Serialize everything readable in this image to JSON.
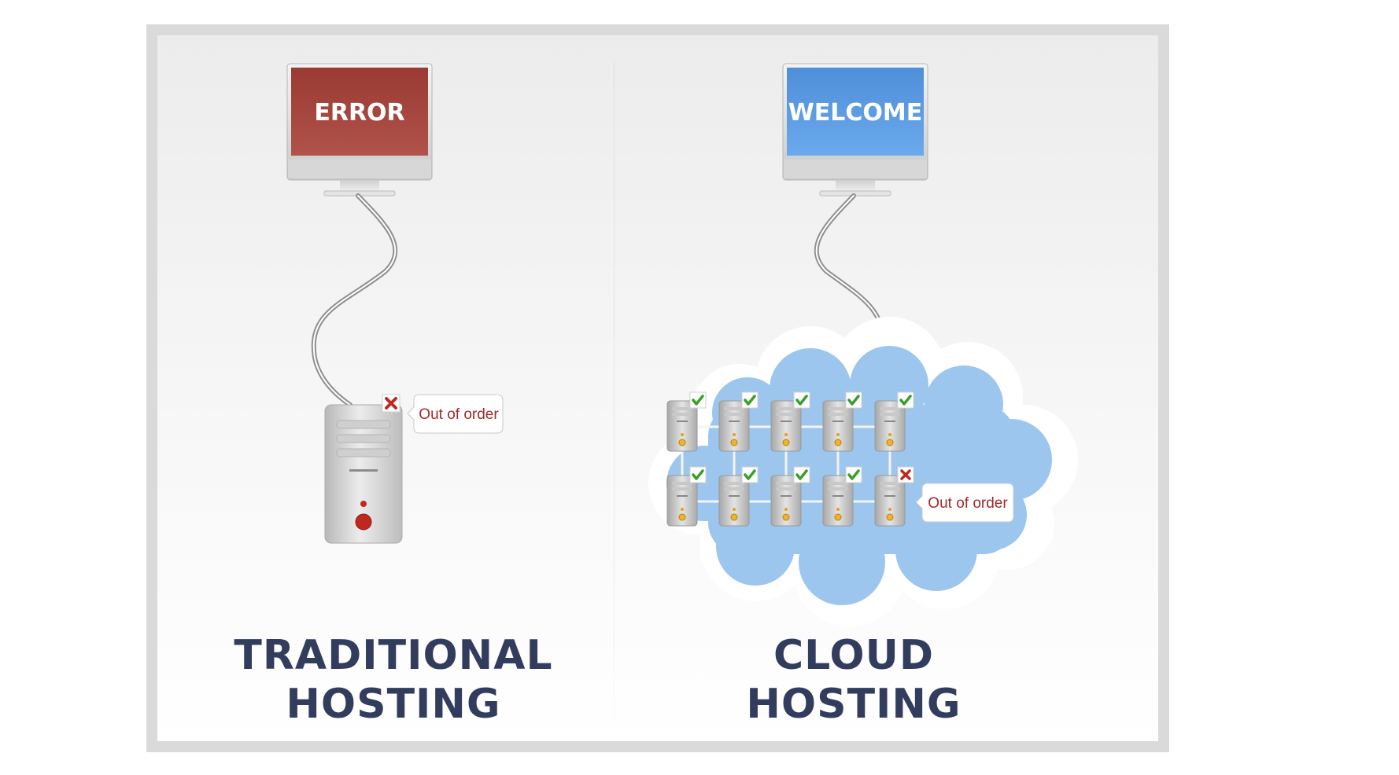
{
  "traditional": {
    "screen_text": "ERROR",
    "callout_text": "Out of order",
    "title_line1": "TRADITIONAL",
    "title_line2": "HOSTING"
  },
  "cloud": {
    "screen_text": "WELCOME",
    "callout_text": "Out of order",
    "title_line1": "CLOUD",
    "title_line2": "HOSTING",
    "servers": [
      {
        "status": "ok"
      },
      {
        "status": "ok"
      },
      {
        "status": "ok"
      },
      {
        "status": "ok"
      },
      {
        "status": "ok"
      },
      {
        "status": "ok"
      },
      {
        "status": "ok"
      },
      {
        "status": "ok"
      },
      {
        "status": "ok"
      },
      {
        "status": "failed"
      }
    ]
  },
  "colors": {
    "error_screen": "#a8463e",
    "welcome_screen": "#5b9ee6",
    "cloud": "#9cc6ee",
    "heading": "#323c5d",
    "check": "#3b9e2a",
    "cross": "#c0281f",
    "callout_text": "#a22a2a"
  },
  "icons": {
    "ok_status": "green-check-icon",
    "failed_status": "red-x-icon"
  }
}
